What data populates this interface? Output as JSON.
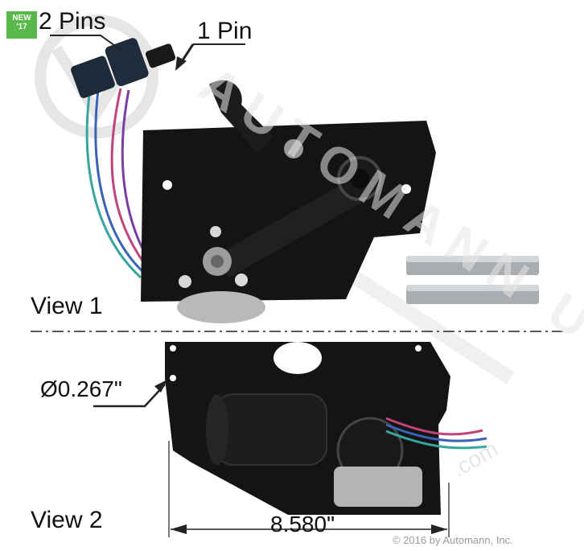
{
  "badge": {
    "line1": "NEW",
    "line2": "'17"
  },
  "callouts": {
    "two_pins": "2 Pins",
    "one_pin": "1 Pin"
  },
  "views": {
    "view1": "View 1",
    "view2": "View 2"
  },
  "dimensions": {
    "hole_diameter": "Ø0.267\"",
    "width": "8.580\""
  },
  "watermark": {
    "text": "AUTOMANN USA",
    "site": ".com"
  },
  "copyright": "© 2016 by Automann, Inc.",
  "colors": {
    "badge": "#57b947",
    "plate": "#141414",
    "rod": "#a9adb0",
    "gear_housing": "#b4b4b4"
  }
}
